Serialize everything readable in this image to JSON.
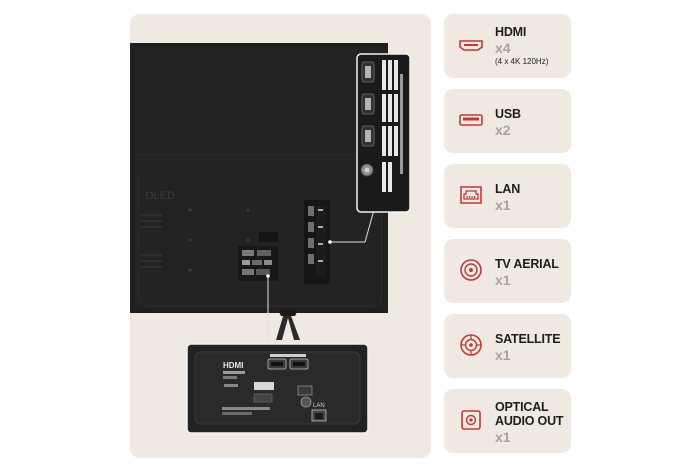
{
  "tv": {
    "brand_mark": "OLED",
    "hdmi_panel_label": "HDMI",
    "lan_label": "LAN"
  },
  "connections": [
    {
      "name": "HDMI",
      "count": "x4",
      "note": "(4 x 4K 120Hz)",
      "icon": "hdmi-icon"
    },
    {
      "name": "USB",
      "count": "x2",
      "icon": "usb-icon"
    },
    {
      "name": "LAN",
      "count": "x1",
      "icon": "lan-icon"
    },
    {
      "name": "TV AERIAL",
      "count": "x1",
      "icon": "tv-aerial-icon"
    },
    {
      "name": "SATELLITE",
      "count": "x1",
      "icon": "satellite-icon"
    },
    {
      "name": "OPTICAL AUDIO OUT",
      "count": "x1",
      "icon": "optical-audio-icon"
    }
  ],
  "colors": {
    "panel": "#efe9e1",
    "tv_back": "#1f1f1f",
    "accent": "#c0393b",
    "count_grey": "#a8a29c"
  }
}
